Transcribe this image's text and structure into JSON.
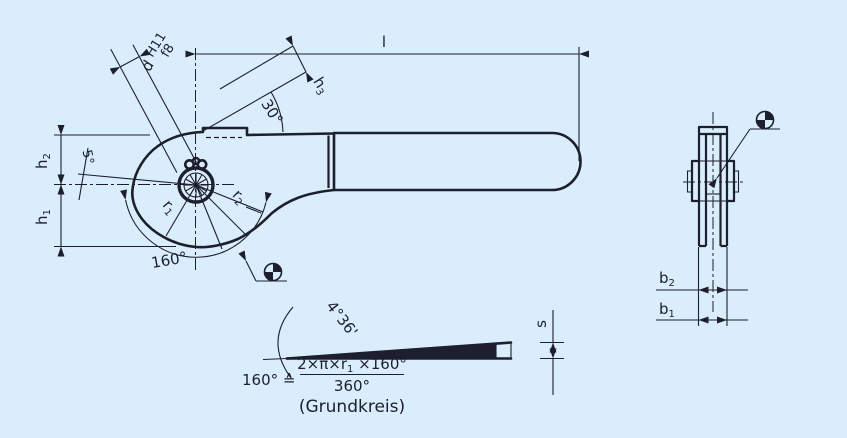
{
  "colors": {
    "background": "#d9edfa",
    "ink": "#1d1e30"
  },
  "drawing": {
    "main_view": {
      "dim_d": {
        "prefix": "d",
        "tol_upper": "H11",
        "tol_lower": "f8"
      },
      "dim_l": "l",
      "dim_h3": {
        "base": "h",
        "sub": "3"
      },
      "angle_30": "30°",
      "dim_h2": {
        "base": "h",
        "sub": "2"
      },
      "dim_h1": {
        "base": "h",
        "sub": "1"
      },
      "angle_5": "5°",
      "dim_r1": {
        "base": "r",
        "sub": "1"
      },
      "dim_r2": {
        "base": "r",
        "sub": "2"
      },
      "angle_160": "160°"
    },
    "side_view": {
      "dim_b2": {
        "base": "b",
        "sub": "2"
      },
      "dim_b1": {
        "base": "b",
        "sub": "1"
      }
    },
    "detail_view": {
      "angle_tip": "4°36'",
      "dim_s": "s",
      "formula_lhs": "160° ≙",
      "formula_num_pre": "2×π×r",
      "formula_num_sub": "1",
      "formula_num_post": " ×160°",
      "formula_den": "360°",
      "caption": "(Grundkreis)"
    }
  }
}
